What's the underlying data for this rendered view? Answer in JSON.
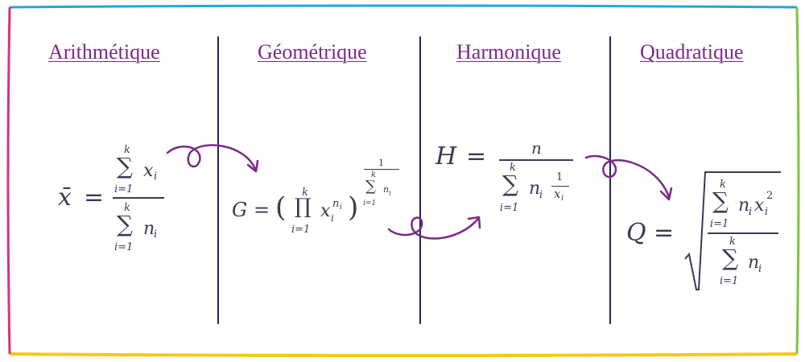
{
  "colors": {
    "heading": "#7b2a86",
    "divider": "#2a1f5e",
    "arrow": "#7b2a86",
    "formula": "#3a3a55",
    "border_top": "#22a6e0",
    "border_right": "#7cc243",
    "border_bottom": "#f3c81a",
    "border_left": "#d9327a"
  },
  "headings": {
    "arithmetic": "Arithmétique",
    "geometric": "Géométrique",
    "harmonic": "Harmonique",
    "quadratic": "Quadratique"
  },
  "formulas": {
    "arithmetic": {
      "lhs": "x̄",
      "equals": "=",
      "num_sum_top": "k",
      "num_sum_bottom": "i=1",
      "num_term": "x",
      "num_term_sub": "i",
      "den_sum_top": "k",
      "den_sum_bottom": "i=1",
      "den_term": "n",
      "den_term_sub": "i"
    },
    "geometric": {
      "lhs": "G",
      "equals": "=",
      "prod_top": "k",
      "prod_bottom": "i=1",
      "term": "x",
      "term_sub": "i",
      "term_sup": "n",
      "term_sup_sub": "i",
      "exp_num": "1",
      "exp_sum_top": "k",
      "exp_sum_bottom": "i=1",
      "exp_term": "n",
      "exp_term_sub": "i"
    },
    "harmonic": {
      "lhs": "H",
      "equals": "=",
      "numerator": "n",
      "sum_top": "k",
      "sum_bottom": "i=1",
      "term": "n",
      "term_sub": "i",
      "frac_num": "1",
      "frac_den": "x",
      "frac_den_sub": "i"
    },
    "quadratic": {
      "lhs": "Q",
      "equals": "=",
      "num_sum_top": "k",
      "num_sum_bottom": "i=1",
      "num_term": "n",
      "num_term_sub": "i",
      "num_term2": "x",
      "num_term2_sub": "i",
      "num_term2_sup": "2",
      "den_sum_top": "k",
      "den_sum_bottom": "i=1",
      "den_term": "n",
      "den_term_sub": "i"
    }
  }
}
